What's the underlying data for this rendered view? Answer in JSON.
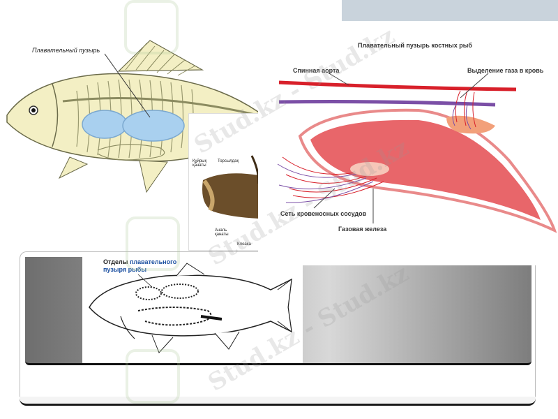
{
  "left_fish": {
    "swim_bladder_label": "Плавательный пузырь"
  },
  "inset_fish": {
    "tail_fin_label": "Құйрық қанаты",
    "torso_label": "Торсылдақ",
    "anal_fin_label": "Аналь қанаты",
    "cloaca_label": "Клоака"
  },
  "right_diagram": {
    "title": "Плавательный пузырь костных рыб",
    "aorta_label": "Спинная аорта",
    "gas_release_label": "Выделение газа в кровь",
    "vessel_net_label": "Сеть кровеносных сосудов",
    "gas_gland_label": "Газовая железа"
  },
  "bottom_sketch": {
    "title_part1": "Отделы",
    "title_part2": "плавательного",
    "title_part3": "пузыря рыбы"
  },
  "watermark": {
    "text": "Stud.kz - Stud.kz"
  },
  "colors": {
    "bone_fish": "#f3efc4",
    "bladder_blue": "#a9d0ef",
    "bladder_red": "#e8666a",
    "aorta_red": "#d8202a",
    "vein_purple": "#7b4fa6",
    "label_blue": "#1a4fa0"
  }
}
